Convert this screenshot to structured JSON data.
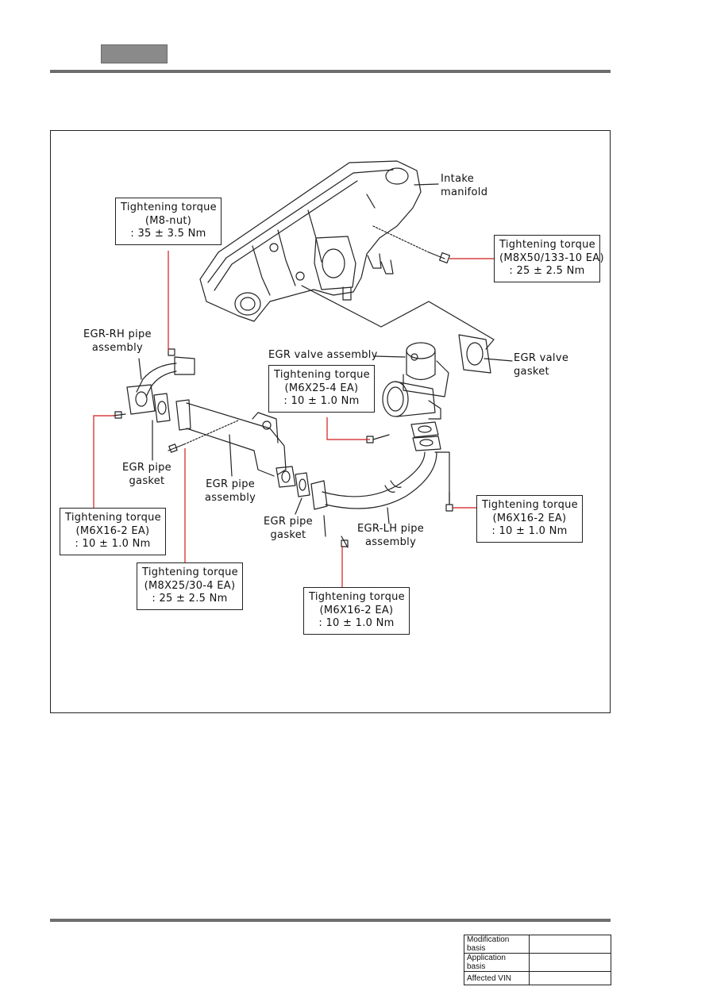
{
  "diagram": {
    "callouts": [
      {
        "id": "m8nut",
        "lines": [
          "Tightening torque",
          "(M8-nut)",
          ": 35 ± 3.5 Nm"
        ]
      },
      {
        "id": "m8x50",
        "lines": [
          "Tightening torque",
          "(M8X50/133-10 EA)",
          ": 25 ± 2.5 Nm"
        ]
      },
      {
        "id": "m6x25",
        "lines": [
          "Tightening torque",
          "(M6X25-4 EA)",
          ": 10 ± 1.0 Nm"
        ]
      },
      {
        "id": "m6x16_right",
        "lines": [
          "Tightening torque",
          "(M6X16-2 EA)",
          ": 10 ± 1.0 Nm"
        ]
      },
      {
        "id": "m6x16_left",
        "lines": [
          "Tightening torque",
          "(M6X16-2 EA)",
          ": 10 ± 1.0 Nm"
        ]
      },
      {
        "id": "m8x25",
        "lines": [
          "Tightening torque",
          "(M8X25/30-4 EA)",
          ": 25 ± 2.5 Nm"
        ]
      },
      {
        "id": "m6x16_bottom",
        "lines": [
          "Tightening torque",
          "(M6X16-2 EA)",
          ": 10 ± 1.0 Nm"
        ]
      }
    ],
    "labels": {
      "intake_manifold": [
        "Intake",
        "manifold"
      ],
      "egr_valve_assembly": [
        "EGR valve assembly"
      ],
      "egr_valve_gasket": [
        "EGR valve",
        "gasket"
      ],
      "egr_rh_pipe": [
        "EGR-RH pipe",
        "assembly"
      ],
      "egr_pipe_gasket_left": [
        "EGR pipe",
        "gasket"
      ],
      "egr_pipe_assembly": [
        "EGR pipe",
        "assembly"
      ],
      "egr_pipe_gasket_mid": [
        "EGR pipe",
        "gasket"
      ],
      "egr_lh_pipe": [
        "EGR-LH pipe",
        "assembly"
      ]
    },
    "colors": {
      "leader": "#d11a1a",
      "line": "#222222"
    }
  },
  "footer": {
    "rows": [
      {
        "label": "Modification basis",
        "value": ""
      },
      {
        "label": "Application basis",
        "value": ""
      },
      {
        "label": "Affected VIN",
        "value": ""
      }
    ]
  }
}
